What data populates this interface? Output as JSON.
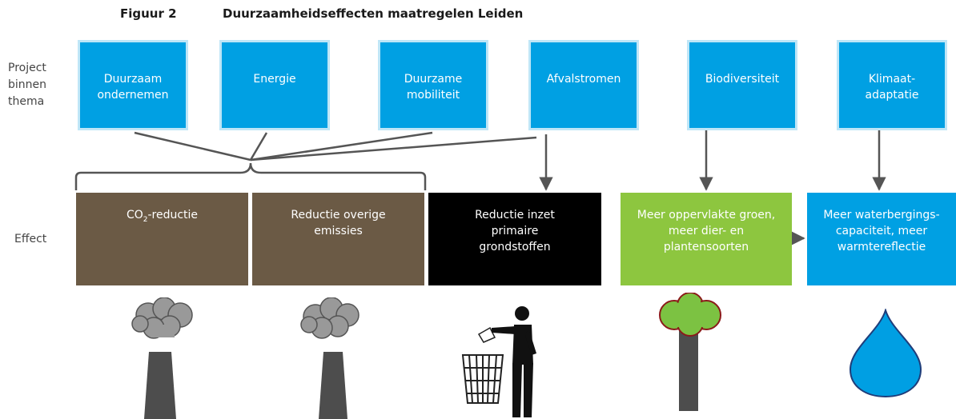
{
  "caption": {
    "number": "Figuur 2",
    "title": "Duurzaamheidseffecten maatregelen Leiden"
  },
  "row_labels": {
    "project": "Project binnen thema",
    "effect": "Effect"
  },
  "themes": [
    {
      "label": "Duurzaam ondernemen"
    },
    {
      "label": "Energie"
    },
    {
      "label": "Duurzame mobiliteit"
    },
    {
      "label": "Afvalstromen"
    },
    {
      "label": "Biodiversiteit"
    },
    {
      "label": "Klimaat-adaptatie"
    }
  ],
  "effects": [
    {
      "label_prefix": "CO",
      "label_sub": "2",
      "label_suffix": "-reductie",
      "color": "#6b5a45"
    },
    {
      "label": "Reductie overige emissies",
      "color": "#6b5a45"
    },
    {
      "label": "Reductie inzet primaire grondstoffen",
      "color": "#000000"
    },
    {
      "label": "Meer oppervlakte groen, meer dier- en plantensoorten",
      "color": "#8dc63f"
    },
    {
      "label": "Meer waterbergings-capaciteit, meer warmtereflectie",
      "color": "#00a0e3"
    }
  ],
  "icons": [
    "factory-chimney-icon",
    "factory-chimney-icon",
    "litter-bin-person-icon",
    "tree-icon",
    "water-drop-icon"
  ]
}
